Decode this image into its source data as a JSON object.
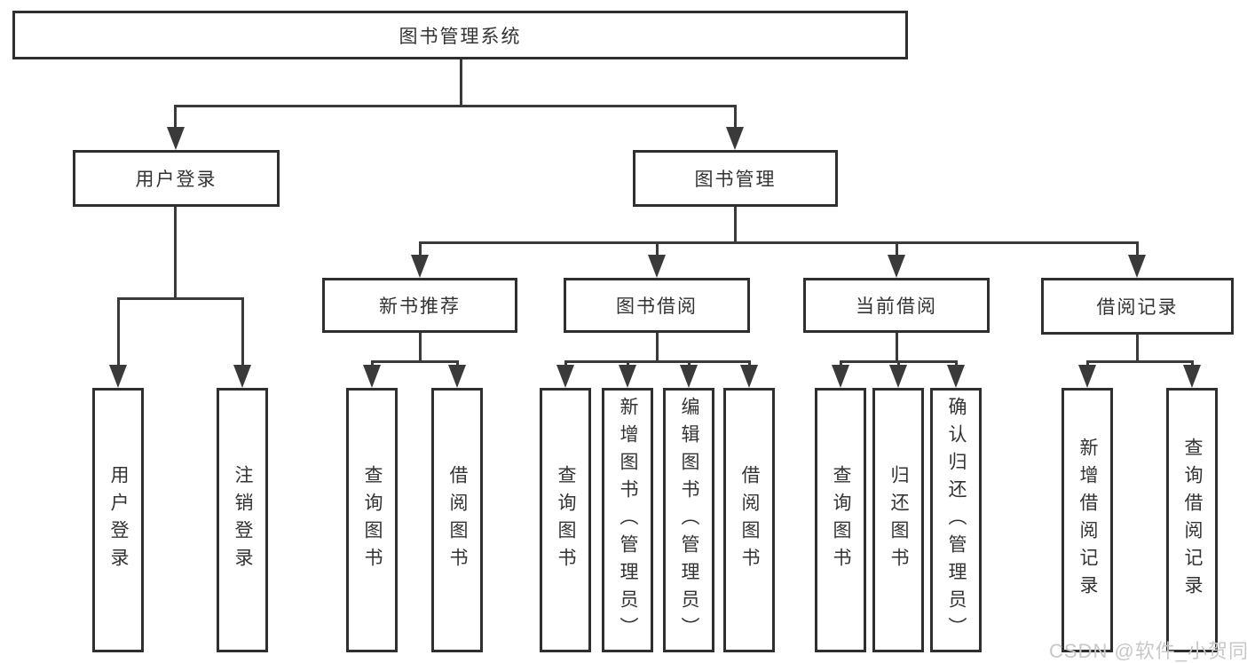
{
  "diagram": {
    "type": "functional-structure-tree",
    "title": "图书管理系统"
  },
  "nodes": {
    "root": "图书管理系统",
    "user_login": "用户登录",
    "book_management": "图书管理",
    "new_book_recommend": "新书推荐",
    "book_borrow": "图书借阅",
    "current_borrow": "当前借阅",
    "borrow_records": "借阅记录",
    "leaf_user_login": "用户登录",
    "leaf_logout": "注销登录",
    "rec_query_books": "查询图书",
    "rec_borrow_books": "借阅图书",
    "bb_query_books": "查询图书",
    "bb_add_books": "新增图书（管理员）",
    "bb_edit_books": "编辑图书（管理员）",
    "bb_borrow_books": "借阅图书",
    "cb_query_books": "查询图书",
    "cb_return_books": "归还图书",
    "cb_confirm_return": "确认归还（管理员）",
    "br_add_record": "新增借阅记录",
    "br_query_record": "查询借阅记录"
  },
  "hierarchy": {
    "root": "图书管理系统",
    "children": [
      {
        "label": "用户登录",
        "children": [
          "用户登录",
          "注销登录"
        ]
      },
      {
        "label": "图书管理",
        "children": [
          {
            "label": "新书推荐",
            "children": [
              "查询图书",
              "借阅图书"
            ]
          },
          {
            "label": "图书借阅",
            "children": [
              "查询图书",
              "新增图书（管理员）",
              "编辑图书（管理员）",
              "借阅图书"
            ]
          },
          {
            "label": "当前借阅",
            "children": [
              "查询图书",
              "归还图书",
              "确认归还（管理员）"
            ]
          },
          {
            "label": "借阅记录",
            "children": [
              "新增借阅记录",
              "查询借阅记录"
            ]
          }
        ]
      }
    ]
  },
  "watermark": "CSDN @软件_小贺同学",
  "colors": {
    "line": "#3a3a3a",
    "box_border": "#2f2f2f",
    "box_fill": "#ffffff",
    "text": "#333333",
    "watermark": "#c8c8c8",
    "background": "#ffffff"
  }
}
